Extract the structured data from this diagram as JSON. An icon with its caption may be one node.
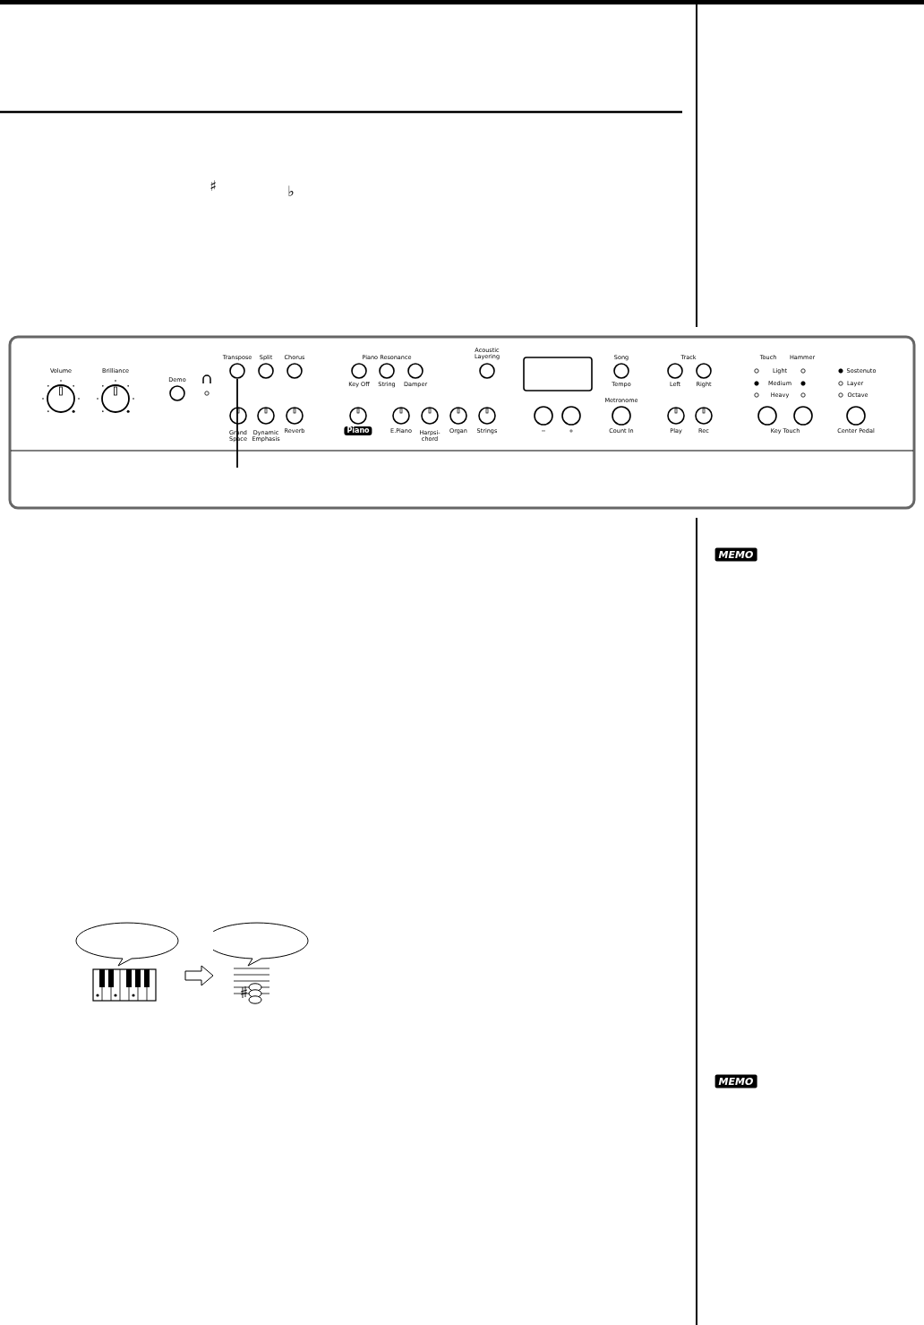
{
  "diagram": {
    "nodes": [
      {
        "text": [],
        "shape": "circle",
        "beside": [
          "Transpose"
        ]
      },
      {
        "text": [],
        "shape": "picture"
      },
      {
        "text": [],
        "shape": "picture"
      }
    ],
    "edges": [
      {
        "from": 0,
        "to": null,
        "arrow": "none"
      },
      {
        "from": 1,
        "to": 2,
        "arrow": "to"
      }
    ],
    "labels": [
      "♯",
      "♭",
      "Volume",
      "Brilliance",
      "Demo",
      "Split",
      "Chorus",
      "Piano Resonance",
      "Key Off",
      "String",
      "Damper",
      "Acoustic Layering",
      "Grand Space",
      "Dynamic Emphasis",
      "Reverb",
      "Piano",
      "E.Piano",
      "Harpsi- chord",
      "Organ",
      "Strings",
      "−",
      "+",
      "Song",
      "Tempo",
      "Metronome",
      "Count In",
      "Track",
      "Left",
      "Right",
      "Play",
      "Rec",
      "Touch",
      "Hammer",
      "Light",
      "Medium",
      "Heavy",
      "Key Touch",
      "Sostenuto",
      "Layer",
      "Octave",
      "Center Pedal",
      "MEMO",
      "MEMO"
    ]
  }
}
